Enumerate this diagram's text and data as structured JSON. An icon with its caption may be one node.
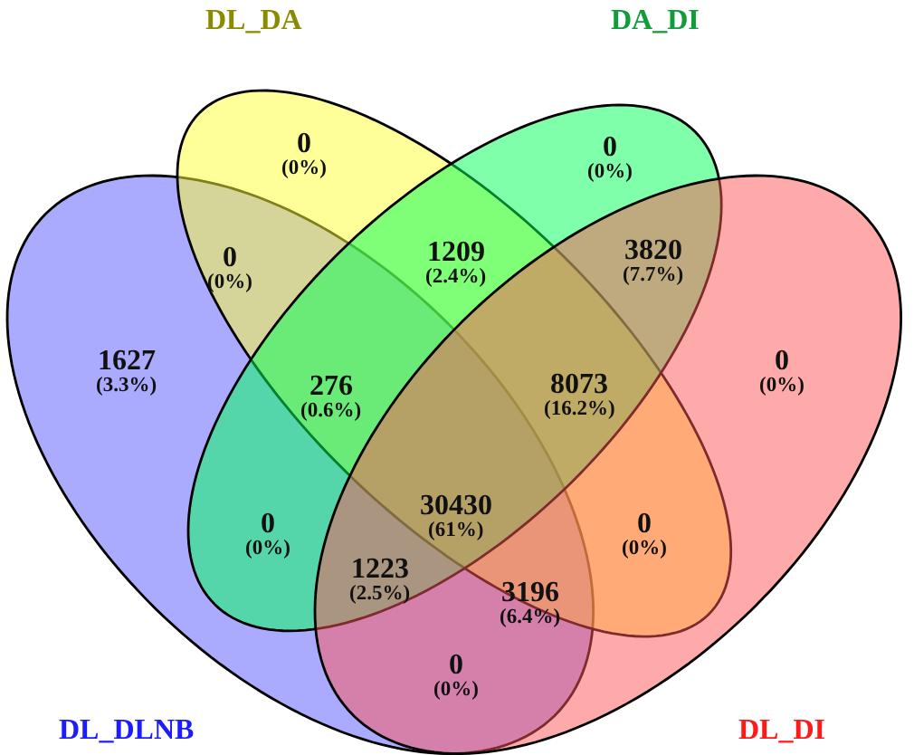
{
  "diagram": {
    "nodes": [
      {
        "text": [
          "DL_DA"
        ]
      },
      {
        "text": [
          "DA_DI"
        ]
      },
      {
        "text": [
          "DL_DLNB"
        ]
      },
      {
        "text": [
          "DL_DI"
        ]
      }
    ],
    "labels": [
      "0",
      "(0%)",
      "0",
      "(0%)",
      "0",
      "(0%)",
      "1209",
      "(2.4%)",
      "3820",
      "(7.7%)",
      "1627",
      "(3.3%)",
      "276",
      "(0.6%)",
      "8073",
      "(16.2%)",
      "0",
      "(0%)",
      "0",
      "(0%)",
      "30430",
      "(61%)",
      "0",
      "(0%)",
      "1223",
      "(2.5%)",
      "3196",
      "(6.4%)",
      "0",
      "(0%)"
    ]
  }
}
